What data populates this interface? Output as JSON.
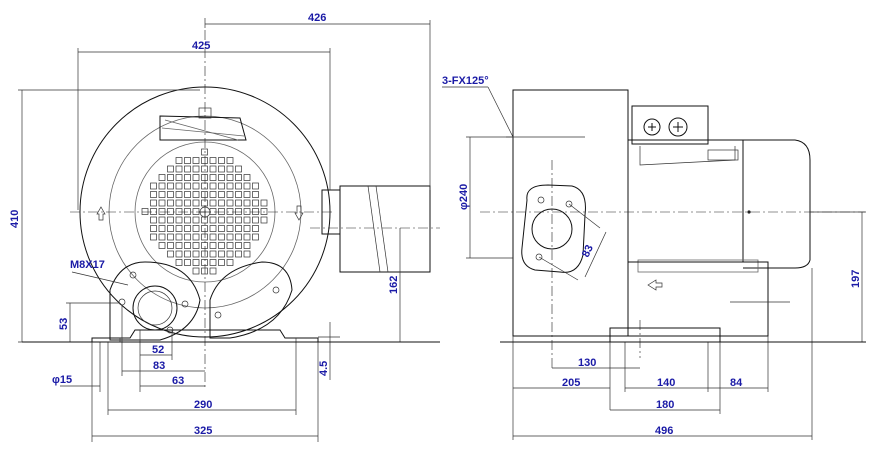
{
  "labels": {
    "d426_top": "426",
    "d426_mid": "425",
    "d410": "410",
    "m8": "M8X17",
    "d53": "53",
    "d52": "52",
    "d83": "83",
    "d63": "63",
    "d15": "φ15",
    "d290": "290",
    "d325": "325",
    "d162": "162",
    "d45": "4.5",
    "flange": "3-FX125°",
    "d240": "φ240",
    "d83r": "83",
    "d130": "130",
    "d205": "205",
    "d140": "140",
    "d84": "84",
    "d180": "180",
    "d496": "496",
    "d197": "197"
  }
}
